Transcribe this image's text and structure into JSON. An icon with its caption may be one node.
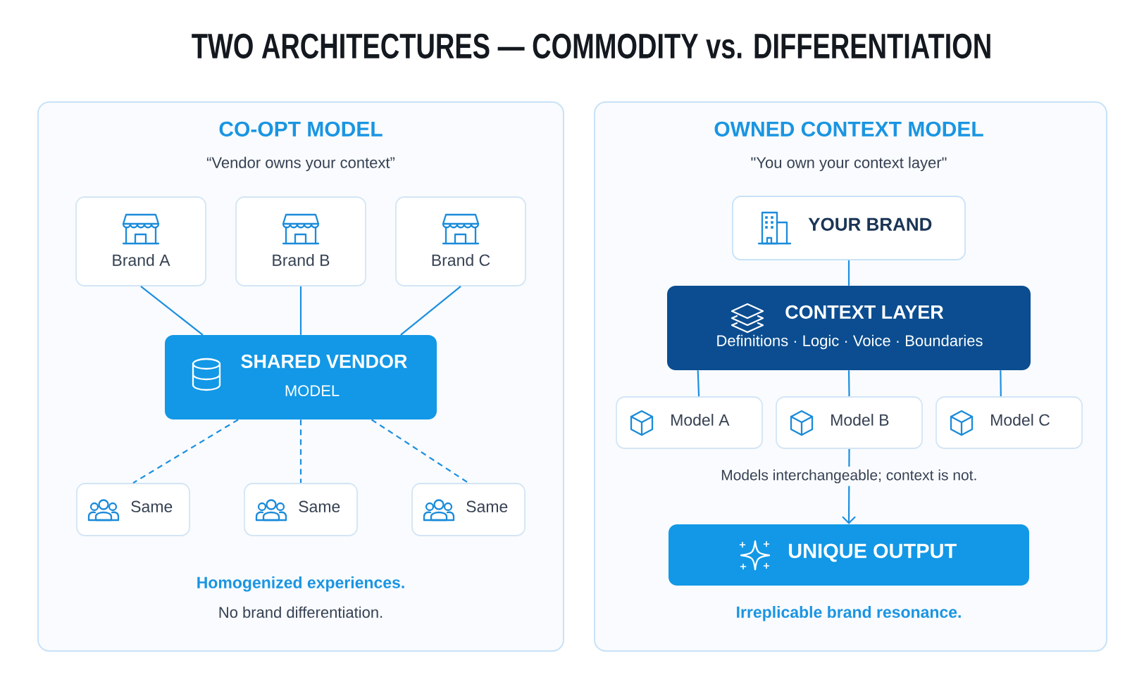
{
  "diagram": {
    "title": "TWO ARCHITECTURES — COMMODITY vs. DIFFERENTIATION",
    "nodes": [
      {
        "text": [
          "CO-OPT MODEL",
          "“Vendor owns your context”",
          "Homogenized experiences.",
          "No brand differentiation."
        ]
      },
      {
        "text": [
          "Brand A"
        ],
        "in": 0
      },
      {
        "text": [
          "Brand B"
        ],
        "in": 0
      },
      {
        "text": [
          "Brand C"
        ],
        "in": 0
      },
      {
        "text": [
          "SHARED VENDOR",
          "MODEL"
        ],
        "in": 0
      },
      {
        "text": [
          "Same"
        ],
        "in": 0
      },
      {
        "text": [
          "Same"
        ],
        "in": 0
      },
      {
        "text": [
          "Same"
        ],
        "in": 0
      },
      {
        "text": [
          "OWNED CONTEXT MODEL",
          "\"You own your context layer\"",
          "Irreplicable brand resonance."
        ]
      },
      {
        "text": [
          "YOUR BRAND"
        ],
        "in": 8
      },
      {
        "text": [
          "CONTEXT LAYER",
          "Definitions · Logic · Voice · Boundaries"
        ],
        "in": 8
      },
      {
        "text": [
          "Model A"
        ],
        "in": 8
      },
      {
        "text": [
          "Model B"
        ],
        "in": 8
      },
      {
        "text": [
          "Model C"
        ],
        "in": 8
      },
      {
        "text": [
          "UNIQUE OUTPUT"
        ],
        "in": 8
      }
    ],
    "edges": [
      {
        "from": 1,
        "to": 4,
        "arrow": "none"
      },
      {
        "from": 2,
        "to": 4,
        "arrow": "none"
      },
      {
        "from": 3,
        "to": 4,
        "arrow": "none"
      },
      {
        "from": 4,
        "to": 5,
        "arrow": "none",
        "style": "dashed"
      },
      {
        "from": 4,
        "to": 6,
        "arrow": "none",
        "style": "dashed"
      },
      {
        "from": 4,
        "to": 7,
        "arrow": "none",
        "style": "dashed"
      },
      {
        "from": 9,
        "to": 10,
        "arrow": "none"
      },
      {
        "from": 10,
        "to": 11,
        "arrow": "none"
      },
      {
        "from": 10,
        "to": 12,
        "arrow": "none"
      },
      {
        "from": 10,
        "to": 13,
        "arrow": "none"
      },
      {
        "from": 12,
        "to": 14,
        "arrow": "to",
        "label": "Models interchangeable; context is not."
      }
    ]
  }
}
